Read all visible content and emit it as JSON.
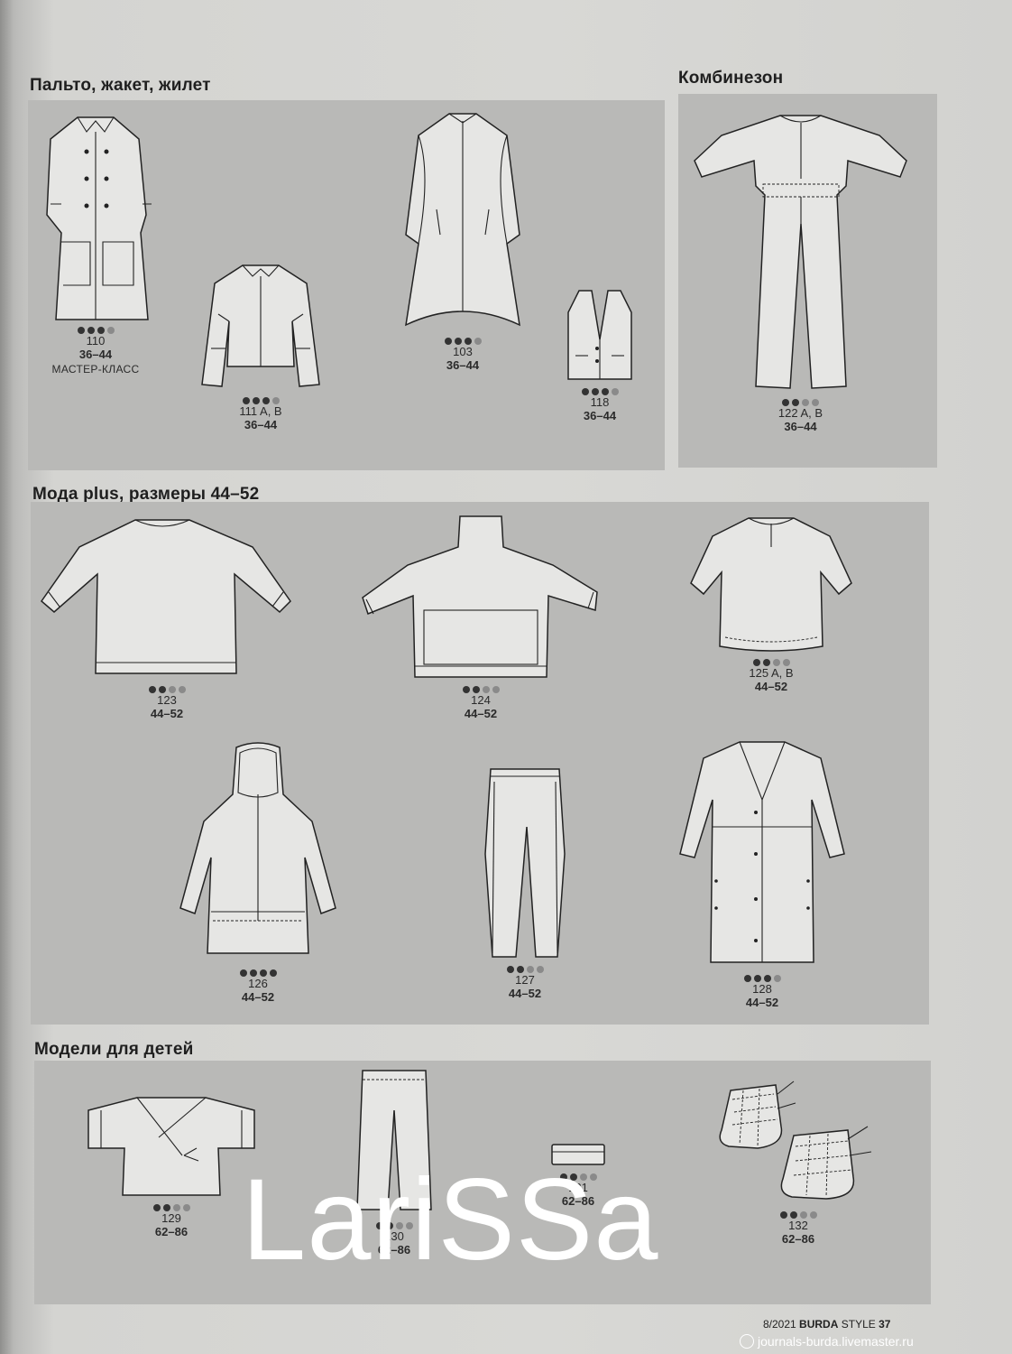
{
  "sections": {
    "coats": "Пальто, жакет, жилет",
    "jumpsuit": "Комбинезон",
    "plus": "Мода plus, размеры 44–52",
    "kids": "Модели для детей"
  },
  "models": {
    "m110": {
      "number": "110",
      "sizes": "36–44",
      "note": "МАСТЕР-КЛАСС"
    },
    "m111": {
      "number": "111 A, B",
      "sizes": "36–44"
    },
    "m103": {
      "number": "103",
      "sizes": "36–44"
    },
    "m118": {
      "number": "118",
      "sizes": "36–44"
    },
    "m122": {
      "number": "122 A, B",
      "sizes": "36–44"
    },
    "m123": {
      "number": "123",
      "sizes": "44–52"
    },
    "m124": {
      "number": "124",
      "sizes": "44–52"
    },
    "m125": {
      "number": "125 A, B",
      "sizes": "44–52"
    },
    "m126": {
      "number": "126",
      "sizes": "44–52"
    },
    "m127": {
      "number": "127",
      "sizes": "44–52"
    },
    "m128": {
      "number": "128",
      "sizes": "44–52"
    },
    "m129": {
      "number": "129",
      "sizes": "62–86"
    },
    "m130": {
      "number": "130",
      "sizes": "62–86"
    },
    "m131": {
      "number": "131",
      "sizes": "62–86"
    },
    "m132": {
      "number": "132",
      "sizes": "62–86"
    }
  },
  "watermark": "LariSSa",
  "footer": {
    "issue": "8/2021",
    "brand": "BURDA",
    "style": "STYLE",
    "page": "37"
  },
  "credit": "journals-burda.livemaster.ru",
  "colors": {
    "panel": "#b9b9b7",
    "page": "#d6d6d3",
    "ink": "#222222"
  }
}
